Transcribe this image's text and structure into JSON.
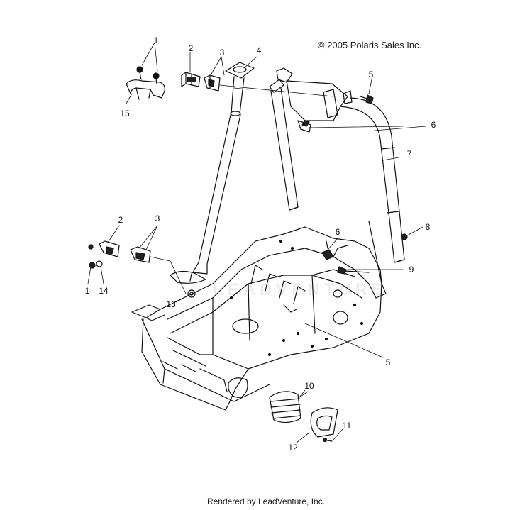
{
  "copyright": "© 2005 Polaris Sales Inc.",
  "footer": "Rendered by LeadVenture, Inc.",
  "watermark": "LEADVENTURE",
  "callouts": [
    {
      "id": "c1a",
      "label": "1"
    },
    {
      "id": "c2a",
      "label": "2"
    },
    {
      "id": "c3a",
      "label": "3"
    },
    {
      "id": "c4",
      "label": "4"
    },
    {
      "id": "c5a",
      "label": "5"
    },
    {
      "id": "c6a",
      "label": "6"
    },
    {
      "id": "c7",
      "label": "7"
    },
    {
      "id": "c8",
      "label": "8"
    },
    {
      "id": "c15",
      "label": "15"
    },
    {
      "id": "c2b",
      "label": "2"
    },
    {
      "id": "c3b",
      "label": "3"
    },
    {
      "id": "c6b",
      "label": "6"
    },
    {
      "id": "c9",
      "label": "9"
    },
    {
      "id": "c1b",
      "label": "1"
    },
    {
      "id": "c14",
      "label": "14"
    },
    {
      "id": "c13",
      "label": "13"
    },
    {
      "id": "c5b",
      "label": "5"
    },
    {
      "id": "c10",
      "label": "10"
    },
    {
      "id": "c11",
      "label": "11"
    },
    {
      "id": "c12",
      "label": "12"
    }
  ]
}
